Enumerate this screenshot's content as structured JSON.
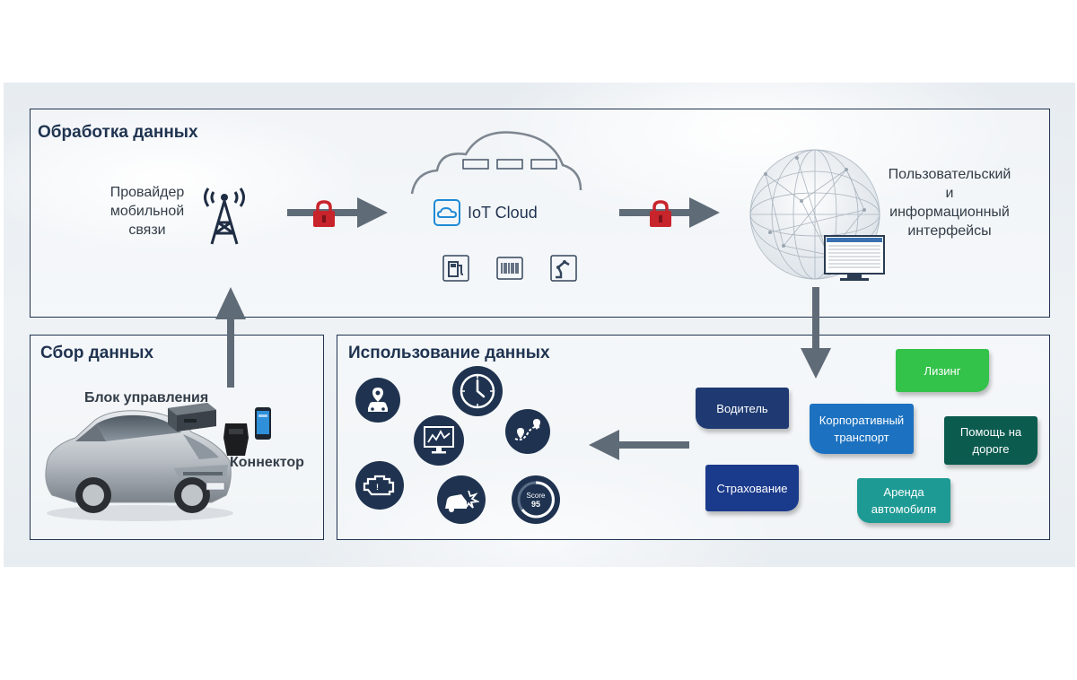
{
  "panels": {
    "processing": {
      "title": "Обработка данных"
    },
    "collection": {
      "title": "Сбор данных"
    },
    "usage": {
      "title": "Использование данных"
    }
  },
  "processing": {
    "provider_line1": "Провайдер",
    "provider_line2": "мобильной",
    "provider_line3": "связи",
    "iot_cloud_label": "IoT Cloud",
    "interfaces_line1": "Пользовательский",
    "interfaces_line2": "и",
    "interfaces_line3": "информационный",
    "interfaces_line4": "интерфейсы"
  },
  "collection": {
    "control_unit_label": "Блок управления",
    "connector_label": "Коннектор"
  },
  "usage": {
    "icons": [
      "car-location-icon",
      "clock-icon",
      "route-icon",
      "monitor-chart-icon",
      "engine-icon",
      "crash-icon",
      "score-gauge-icon"
    ],
    "score_text": "Score",
    "score_value": "95",
    "cards": {
      "driver": "Водитель",
      "leasing": "Лизинг",
      "corporate_line1": "Корпоративный",
      "corporate_line2": "транспорт",
      "roadside_line1": "Помощь на",
      "roadside_line2": "дороге",
      "insurance": "Страхование",
      "rental_line1": "Аренда",
      "rental_line2": "автомобиля"
    }
  },
  "colors": {
    "frame": "#1f3350",
    "arrow": "#5f6b77",
    "lock": "#c8242c",
    "driver_card": "#1f3a72",
    "leasing_card": "#33c24a",
    "corporate_card": "#1c72c0",
    "roadside_card": "#0b5b4f",
    "insurance_card": "#1a3a8c",
    "rental_card": "#1e9a94"
  }
}
